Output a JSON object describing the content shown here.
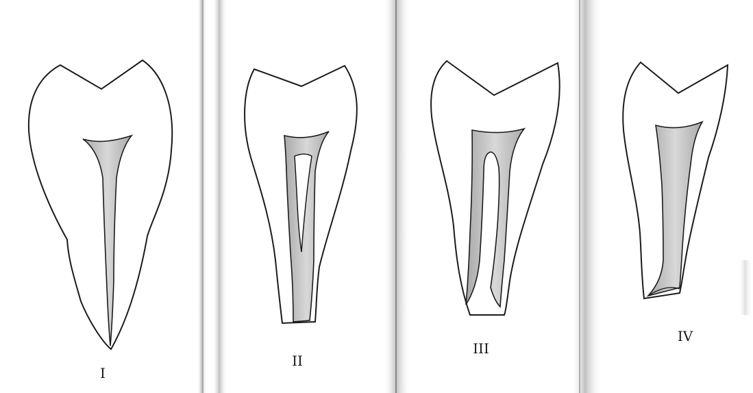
{
  "figure": {
    "panels": [
      {
        "id": "I",
        "label": "I"
      },
      {
        "id": "II",
        "label": "II"
      },
      {
        "id": "III",
        "label": "III"
      },
      {
        "id": "IV",
        "label": "IV"
      }
    ],
    "colors": {
      "paper": "#ffffff",
      "outline": "#1a1a1a",
      "pulp": "#b4b4b4",
      "pulp_light": "#d6d6d6",
      "divider": "#9a9a9a"
    }
  }
}
